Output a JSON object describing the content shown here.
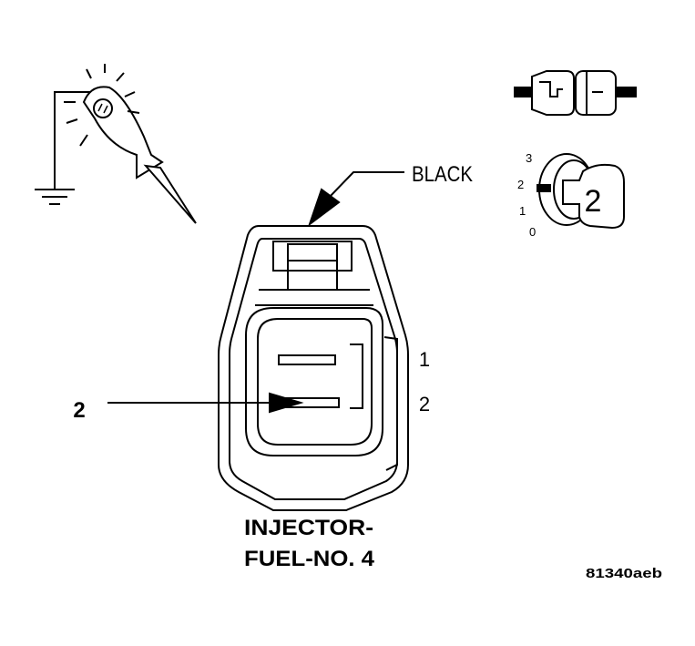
{
  "labels": {
    "wire_color": "BLACK",
    "pin_1": "1",
    "pin_2": "2",
    "callout": "2",
    "title_line1": "INJECTOR-",
    "title_line2": "FUEL-NO. 4",
    "figure_id": "81340aeb"
  },
  "scale": {
    "ticks": [
      "3",
      "2",
      "1",
      "0"
    ],
    "selected": "2"
  },
  "colors": {
    "ink": "#000000",
    "background": "#ffffff"
  }
}
